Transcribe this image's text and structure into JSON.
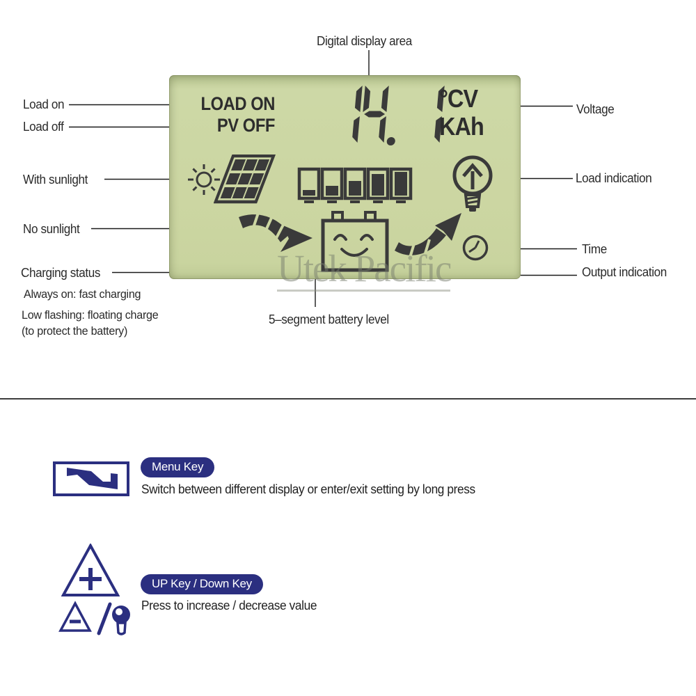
{
  "colors": {
    "lcd_background": "#ccd6a2",
    "lcd_dark_segment": "#3a3a3a",
    "key_navy": "#2b2f80",
    "callout_line": "#1a1a1a"
  },
  "annotations": {
    "digital_display_area": "Digital display area",
    "load_on": "Load on",
    "load_off": "Load off",
    "voltage": "Voltage",
    "with_sunlight": "With sunlight",
    "load_indication": "Load indication",
    "no_sunlight": "No sunlight",
    "time": "Time",
    "charging_status": "Charging status",
    "charging_note_1": "Always on: fast charging",
    "charging_note_2": "Low flashing: floating charge",
    "charging_note_3": "(to protect the battery)",
    "output_indication": "Output indication",
    "battery_level": "5–segment battery level"
  },
  "lcd": {
    "status_line_1": "LOAD ON",
    "status_line_2": "PV OFF",
    "reading": {
      "value": "14. 1",
      "units_line_1": "°CV",
      "units_line_2": "KAh"
    },
    "battery_gauge": {
      "segment_count": 5,
      "fill_levels_pct": [
        18,
        32,
        48,
        72,
        88
      ]
    },
    "watermark": "Utek Pacific",
    "icons": [
      "sun-icon",
      "solar-panel-icon",
      "battery-gauge-icon",
      "bulb-icon",
      "moon-icon",
      "charge-arrow-icon",
      "battery-smiley-icon",
      "output-arrow-icon",
      "clock-icon"
    ]
  },
  "keys": {
    "menu": {
      "badge": "Menu Key",
      "description": "Switch between different display or enter/exit setting by long press"
    },
    "updown": {
      "badge": "UP Key / Down Key",
      "description": "Press to increase / decrease value"
    }
  }
}
